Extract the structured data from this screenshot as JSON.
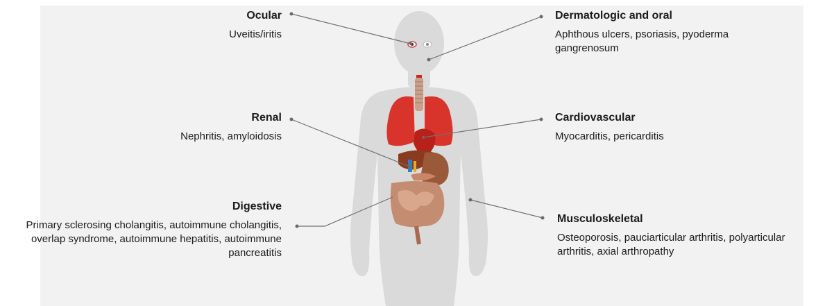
{
  "categories": {
    "ocular": {
      "title": "Ocular",
      "desc": "Uveitis/iritis"
    },
    "renal": {
      "title": "Renal",
      "desc": "Nephritis, amyloidosis"
    },
    "digestive": {
      "title": "Digestive",
      "desc": "Primary sclerosing cholangitis, autoimmune cholangitis, overlap syndrome, autoimmune hepatitis, autoimmune pancreatitis"
    },
    "dermatologic": {
      "title": "Dermatologic and oral",
      "desc": "Aphthous ulcers, psoriasis, pyoderma gangrenosum"
    },
    "cardiovascular": {
      "title": "Cardiovascular",
      "desc": "Myocarditis, pericarditis"
    },
    "musculoskeletal": {
      "title": "Musculoskeletal",
      "desc": "Osteoporosis, pauciarticular arthritis, polyarticular arthritis, axial arthropathy"
    }
  },
  "colors": {
    "background_panel": "#f2f2f2",
    "body_silhouette": "#d9d9d9",
    "lungs": "#d9342b",
    "heart": "#c7271f",
    "liver": "#7a3a1f",
    "stomach": "#9a5a3a",
    "intestines": "#b57a5a",
    "leader_line": "#707070"
  }
}
